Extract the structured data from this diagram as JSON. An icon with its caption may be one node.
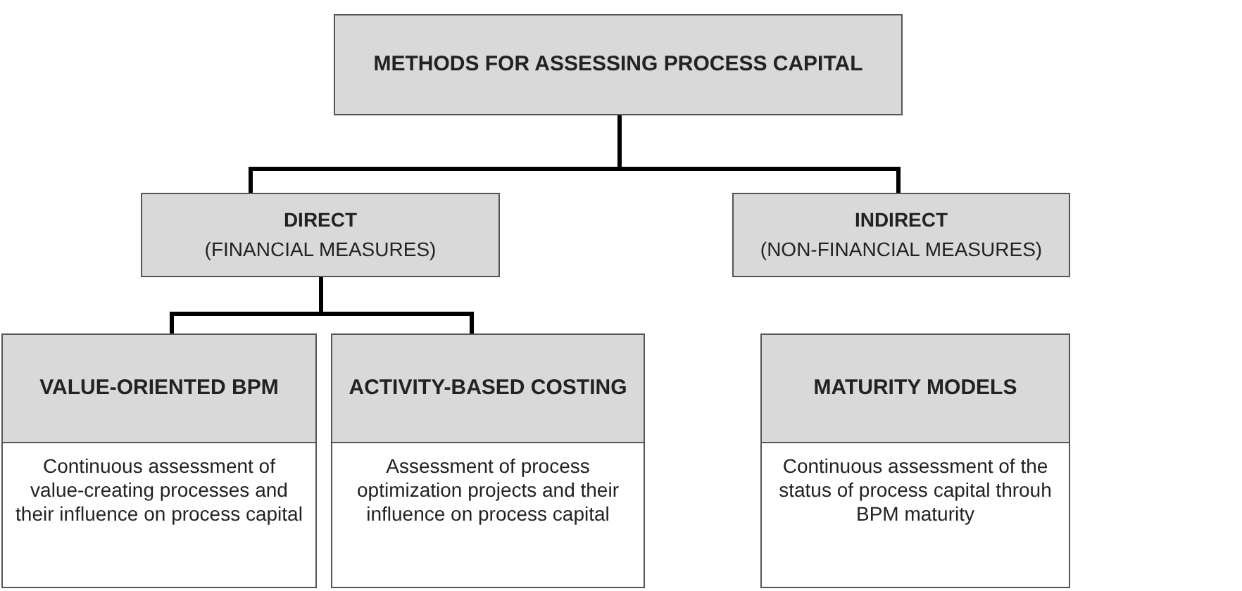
{
  "diagram": {
    "nodes": [
      {
        "text": [
          "METHODS FOR ASSESSING PROCESS CAPITAL"
        ]
      },
      {
        "text": [
          "DIRECT",
          "(FINANCIAL MEASURES)"
        ]
      },
      {
        "text": [
          "INDIRECT",
          "(NON-FINANCIAL MEASURES)"
        ]
      },
      {
        "text": [
          "VALUE-ORIENTED BPM",
          "Continuous assessment of value-creating processes and their influence on process capital"
        ]
      },
      {
        "text": [
          "ACTIVITY-BASED COSTING",
          "Assessment of process optimization projects and their influence on process capital"
        ]
      },
      {
        "text": [
          "MATURITY MODELS",
          "Continuous assessment of the status of process capital throuh BPM maturity"
        ]
      }
    ],
    "edges": [
      {
        "from": 0,
        "to": 1,
        "arrow": "none"
      },
      {
        "from": 0,
        "to": 2,
        "arrow": "none"
      },
      {
        "from": 1,
        "to": 3,
        "arrow": "none"
      },
      {
        "from": 1,
        "to": 4,
        "arrow": "none"
      }
    ]
  }
}
